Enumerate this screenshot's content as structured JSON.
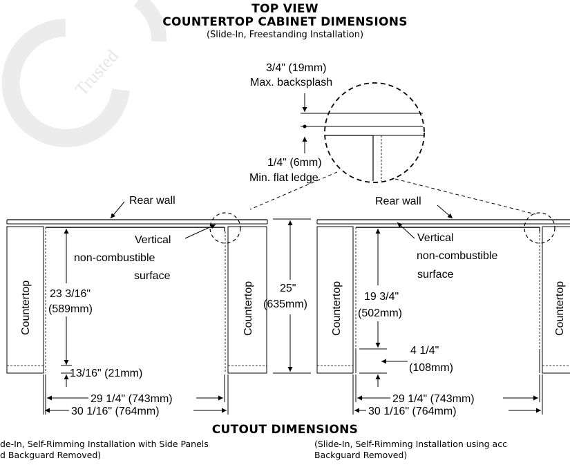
{
  "header": {
    "view": "TOP VIEW",
    "title": "COUNTERTOP CABINET DIMENSIONS",
    "subtitle": "(Slide-In, Freestanding Installation)"
  },
  "detail": {
    "backsplash_dim": "3/4\" (19mm)",
    "backsplash_label": "Max. backsplash",
    "ledge_dim": "1/4\" (6mm)",
    "ledge_label": "Min. flat ledge"
  },
  "left_view": {
    "rear_wall": "Rear wall",
    "surface_line1": "Vertical",
    "surface_line2": "non-combustible",
    "surface_line3": "surface",
    "countertop_left": "Countertop",
    "countertop_right": "Countertop",
    "depth_dim": "23 3/16\"",
    "depth_mm": "(589mm)",
    "front_gap": "13/16\" (21mm)",
    "inner_width": "29 1/4\" (743mm)",
    "outer_width": "30 1/16\" (764mm)"
  },
  "center": {
    "total_dim": "25\"",
    "total_mm": "(635mm)"
  },
  "right_view": {
    "rear_wall": "Rear wall",
    "surface_line1": "Vertical",
    "surface_line2": "non-combustible",
    "surface_line3": "surface",
    "countertop_left": "Countertop",
    "countertop_right": "Countertop",
    "depth_dim": "19 3/4\"",
    "depth_mm": "(502mm)",
    "front_dim": "4 1/4\"",
    "front_mm": "(108mm)",
    "inner_width": "29 1/4\" (743mm)",
    "outer_width": "30 1/16\" (764mm)"
  },
  "footer": {
    "title": "CUTOUT DIMENSIONS",
    "left_note_1": "de-In, Self-Rimming Installation with Side Panels",
    "left_note_2": "d Backguard Removed)",
    "right_note_1": "(Slide-In, Self-Rimming Installation using acc",
    "right_note_2": "Backguard Removed)"
  }
}
